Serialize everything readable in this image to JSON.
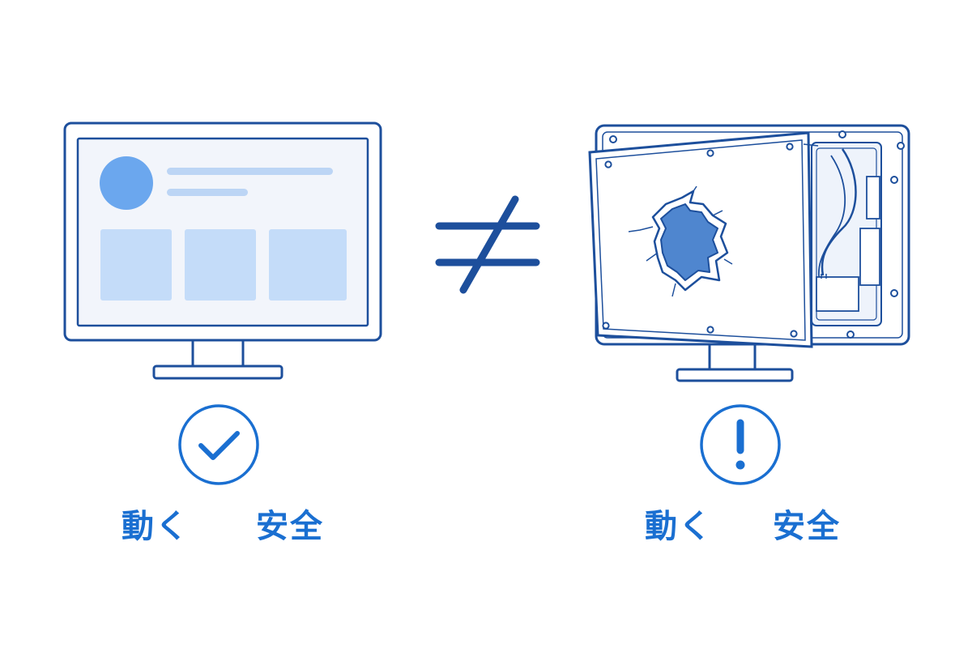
{
  "colors": {
    "outline": "#1d4f9c",
    "accent": "#1a6fd1",
    "screen_fill": "#f2f5fb",
    "panel_fill": "#c4dcf9",
    "avatar_fill": "#6ba7ee",
    "line_fill": "#bcd5f5",
    "hole_fill": "#4f86cf"
  },
  "left_panel": {
    "words": [
      "動く",
      "安全"
    ],
    "status_icon": "check-circle-icon"
  },
  "relation_symbol": "≠",
  "right_panel": {
    "words": [
      "動く",
      "安全"
    ],
    "status_icon": "exclamation-circle-icon"
  }
}
